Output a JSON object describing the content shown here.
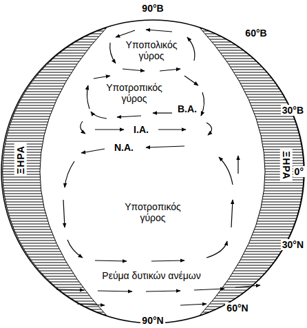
{
  "diagram": {
    "nodes": [
      {
        "text": [
          "ΞΗΡΑ"
        ]
      },
      {
        "text": [
          "ΞΗΡΑ"
        ]
      }
    ],
    "labels": [
      "90°Β",
      "60°Β",
      "30°Β",
      "0°",
      "30°Ν",
      "60°Ν",
      "90°Ν",
      "Υποπολικός γύρος",
      "Υποτροπικός γύρος",
      "Β.Α.",
      "Ι.Α.",
      "Ν.Α.",
      "Υποτροπικός γύρος",
      "Ρεύμα δυτικών ανέμων"
    ]
  }
}
